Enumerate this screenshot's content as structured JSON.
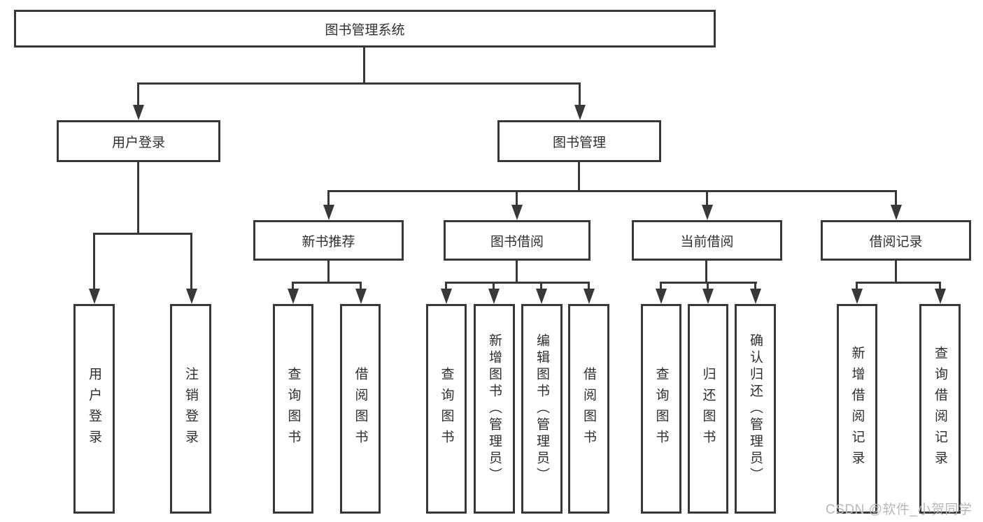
{
  "watermark": "CSDN @软件_小贺同学",
  "colors": {
    "line": "#383838",
    "text": "#2f2f2f",
    "background": "#ffffff",
    "watermark": "#b8b8b8"
  },
  "tree": {
    "root": {
      "label": "图书管理系统",
      "children": [
        {
          "label": "用户登录",
          "children": [
            {
              "label": "用户登录"
            },
            {
              "label": "注销登录"
            }
          ]
        },
        {
          "label": "图书管理",
          "children": [
            {
              "label": "新书推荐",
              "children": [
                {
                  "label": "查询图书"
                },
                {
                  "label": "借阅图书"
                }
              ]
            },
            {
              "label": "图书借阅",
              "children": [
                {
                  "label": "查询图书"
                },
                {
                  "label": "新增图书（管理员）"
                },
                {
                  "label": "编辑图书（管理员）"
                },
                {
                  "label": "借阅图书"
                }
              ]
            },
            {
              "label": "当前借阅",
              "children": [
                {
                  "label": "查询图书"
                },
                {
                  "label": "归还图书"
                },
                {
                  "label": "确认归还（管理员）"
                }
              ]
            },
            {
              "label": "借阅记录",
              "children": [
                {
                  "label": "新增借阅记录"
                },
                {
                  "label": "查询借阅记录"
                }
              ]
            }
          ]
        }
      ]
    }
  }
}
